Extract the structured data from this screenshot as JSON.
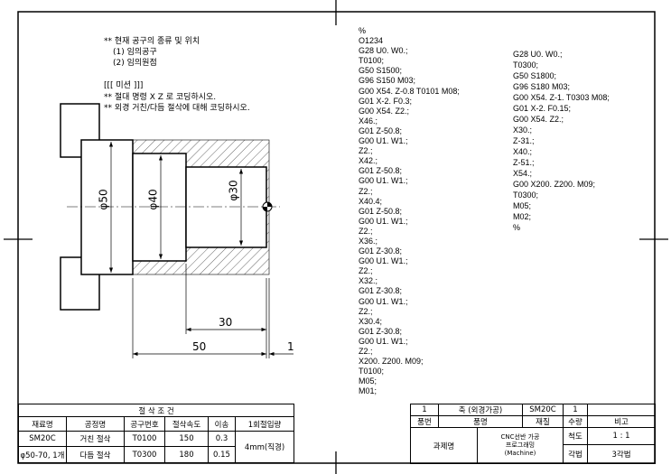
{
  "notes": {
    "line1": "** 현재 공구의 종류 및 위치",
    "line2": "(1) 임의공구",
    "line3": "(2) 임의원점",
    "mission_title": "[[[ 미션 ]]]",
    "mission1": "** 절대 명령 X Z 로 코딩하시오.",
    "mission2": "** 외경 거친/다듬 절삭에 대해 코딩하시오."
  },
  "drawing": {
    "dia50": "φ50",
    "dia40": "φ40",
    "dia30": "φ30",
    "len30": "30",
    "len50": "50",
    "len1": "1"
  },
  "program_rough": [
    "%",
    "O1234",
    "G28 U0. W0.;",
    "T0100;",
    "G50 S1500;",
    "G96 S150 M03;",
    "G00 X54. Z-0.8 T0101 M08;",
    "G01 X-2. F0.3;",
    "G00 X54. Z2.;",
    "X46.;",
    "G01 Z-50.8;",
    "G00 U1. W1.;",
    "Z2.;",
    "X42.;",
    "G01 Z-50.8;",
    "G00 U1. W1.;",
    "Z2.;",
    "X40.4;",
    "G01 Z-50.8;",
    "G00 U1. W1.;",
    "Z2.;",
    "X36.;",
    "G01 Z-30.8;",
    "G00 U1. W1.;",
    "Z2.;",
    "X32.;",
    "G01 Z-30.8;",
    "G00 U1. W1.;",
    "Z2.;",
    "X30.4;",
    "G01 Z-30.8;",
    "G00 U1. W1.;",
    "Z2.;",
    "X200. Z200. M09;",
    "T0100;",
    "M05;",
    "M01;"
  ],
  "program_finish": [
    "G28 U0. W0.;",
    "T0300;",
    "G50 S1800;",
    "G96 S180 M03;",
    "G00 X54. Z-1. T0303 M08;",
    "G01 X-2. F0.15;",
    "G00 X54. Z2.;",
    "X30.;",
    "Z-31.;",
    "X40.;",
    "Z-51.;",
    "X54.;",
    "G00 X200. Z200. M09;",
    "T0300;",
    "M05;",
    "M02;",
    "%"
  ],
  "cutting_table": {
    "title": "절 삭 조 건",
    "headers": [
      "재료명",
      "공정명",
      "공구번호",
      "절삭속도",
      "이송",
      "1회절입량"
    ],
    "rows": [
      [
        "SM20C",
        "거친 절삭",
        "T0100",
        "150",
        "0.3"
      ],
      [
        "φ50-70, 1개",
        "다듬 절삭",
        "T0300",
        "180",
        "0.15"
      ]
    ],
    "depth": "4mm(직경)"
  },
  "title_block": {
    "part_no": "1",
    "part_name": "축 (외경가공)",
    "material": "SM20C",
    "qty": "1",
    "h_part_no": "품번",
    "h_part_name": "품명",
    "h_material": "재질",
    "h_qty": "수량",
    "h_remark": "비고",
    "project_label": "과제명",
    "project_l1": "CNC선반 가공",
    "project_l2": "프로그래밍",
    "project_l3": "(Machine)",
    "scale_label": "척도",
    "scale": "1 : 1",
    "projection_label": "각법",
    "projection": "3각법"
  }
}
